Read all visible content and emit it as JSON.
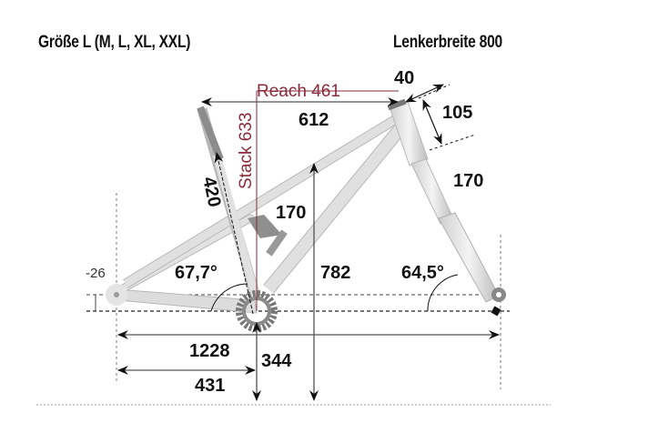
{
  "header": {
    "size_label": "Größe L (M, L, XL, XXL)",
    "handlebar_label": "Lenkerbreite 800"
  },
  "colors": {
    "frame": "#d9d9d9",
    "frame_stroke": "#b5b5b5",
    "seatpost": "#8c8c8c",
    "stack_reach": "#8a2a3a",
    "dimension_text": "#111111",
    "dashed_lines": "#555555"
  },
  "dimensions": {
    "reach": "Reach 461",
    "stack": "Stack 633",
    "top_tube": "612",
    "stem_length": "40",
    "headtube_length": "105",
    "fork_travel": "170",
    "rear_travel": "170",
    "seat_tube": "420",
    "seat_angle": "67,7°",
    "head_angle": "64,5°",
    "bb_height_total": "782",
    "bb_drop": "-26",
    "wheelbase": "1228",
    "chainstay": "431",
    "bb_height": "344"
  }
}
